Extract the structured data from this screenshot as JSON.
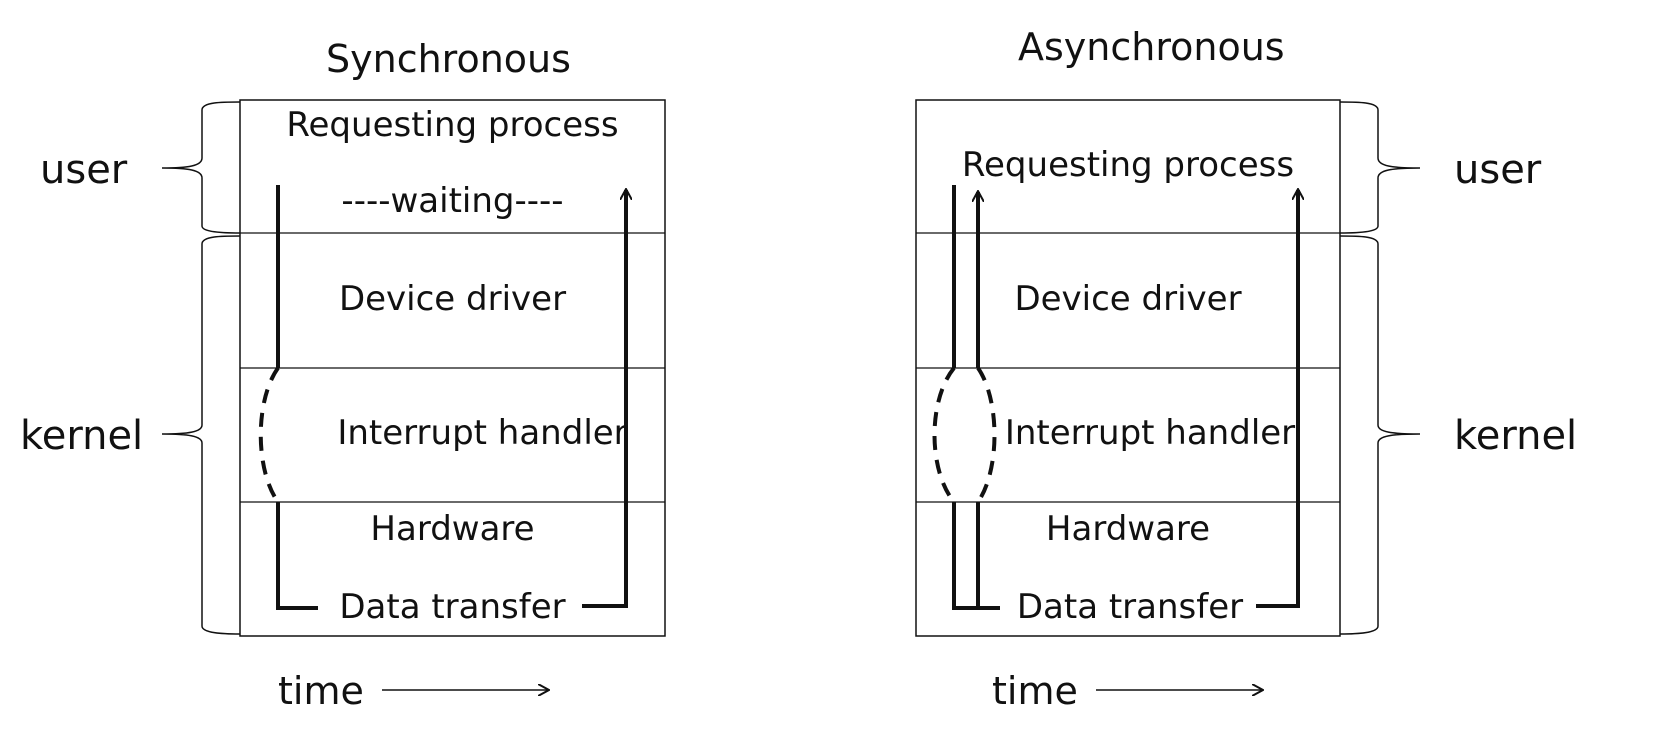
{
  "diagrams": {
    "sync": {
      "title": "Synchronous",
      "requesting": "Requesting process",
      "waiting": "----waiting----",
      "driver": "Device driver",
      "interrupt": "Interrupt handler",
      "hardware": "Hardware",
      "transfer": "Data transfer"
    },
    "async": {
      "title": "Asynchronous",
      "requesting": "Requesting process",
      "driver": "Device driver",
      "interrupt": "Interrupt handler",
      "hardware": "Hardware",
      "transfer": "Data transfer"
    }
  },
  "labels": {
    "user": "user",
    "kernel": "kernel",
    "time": "time"
  }
}
